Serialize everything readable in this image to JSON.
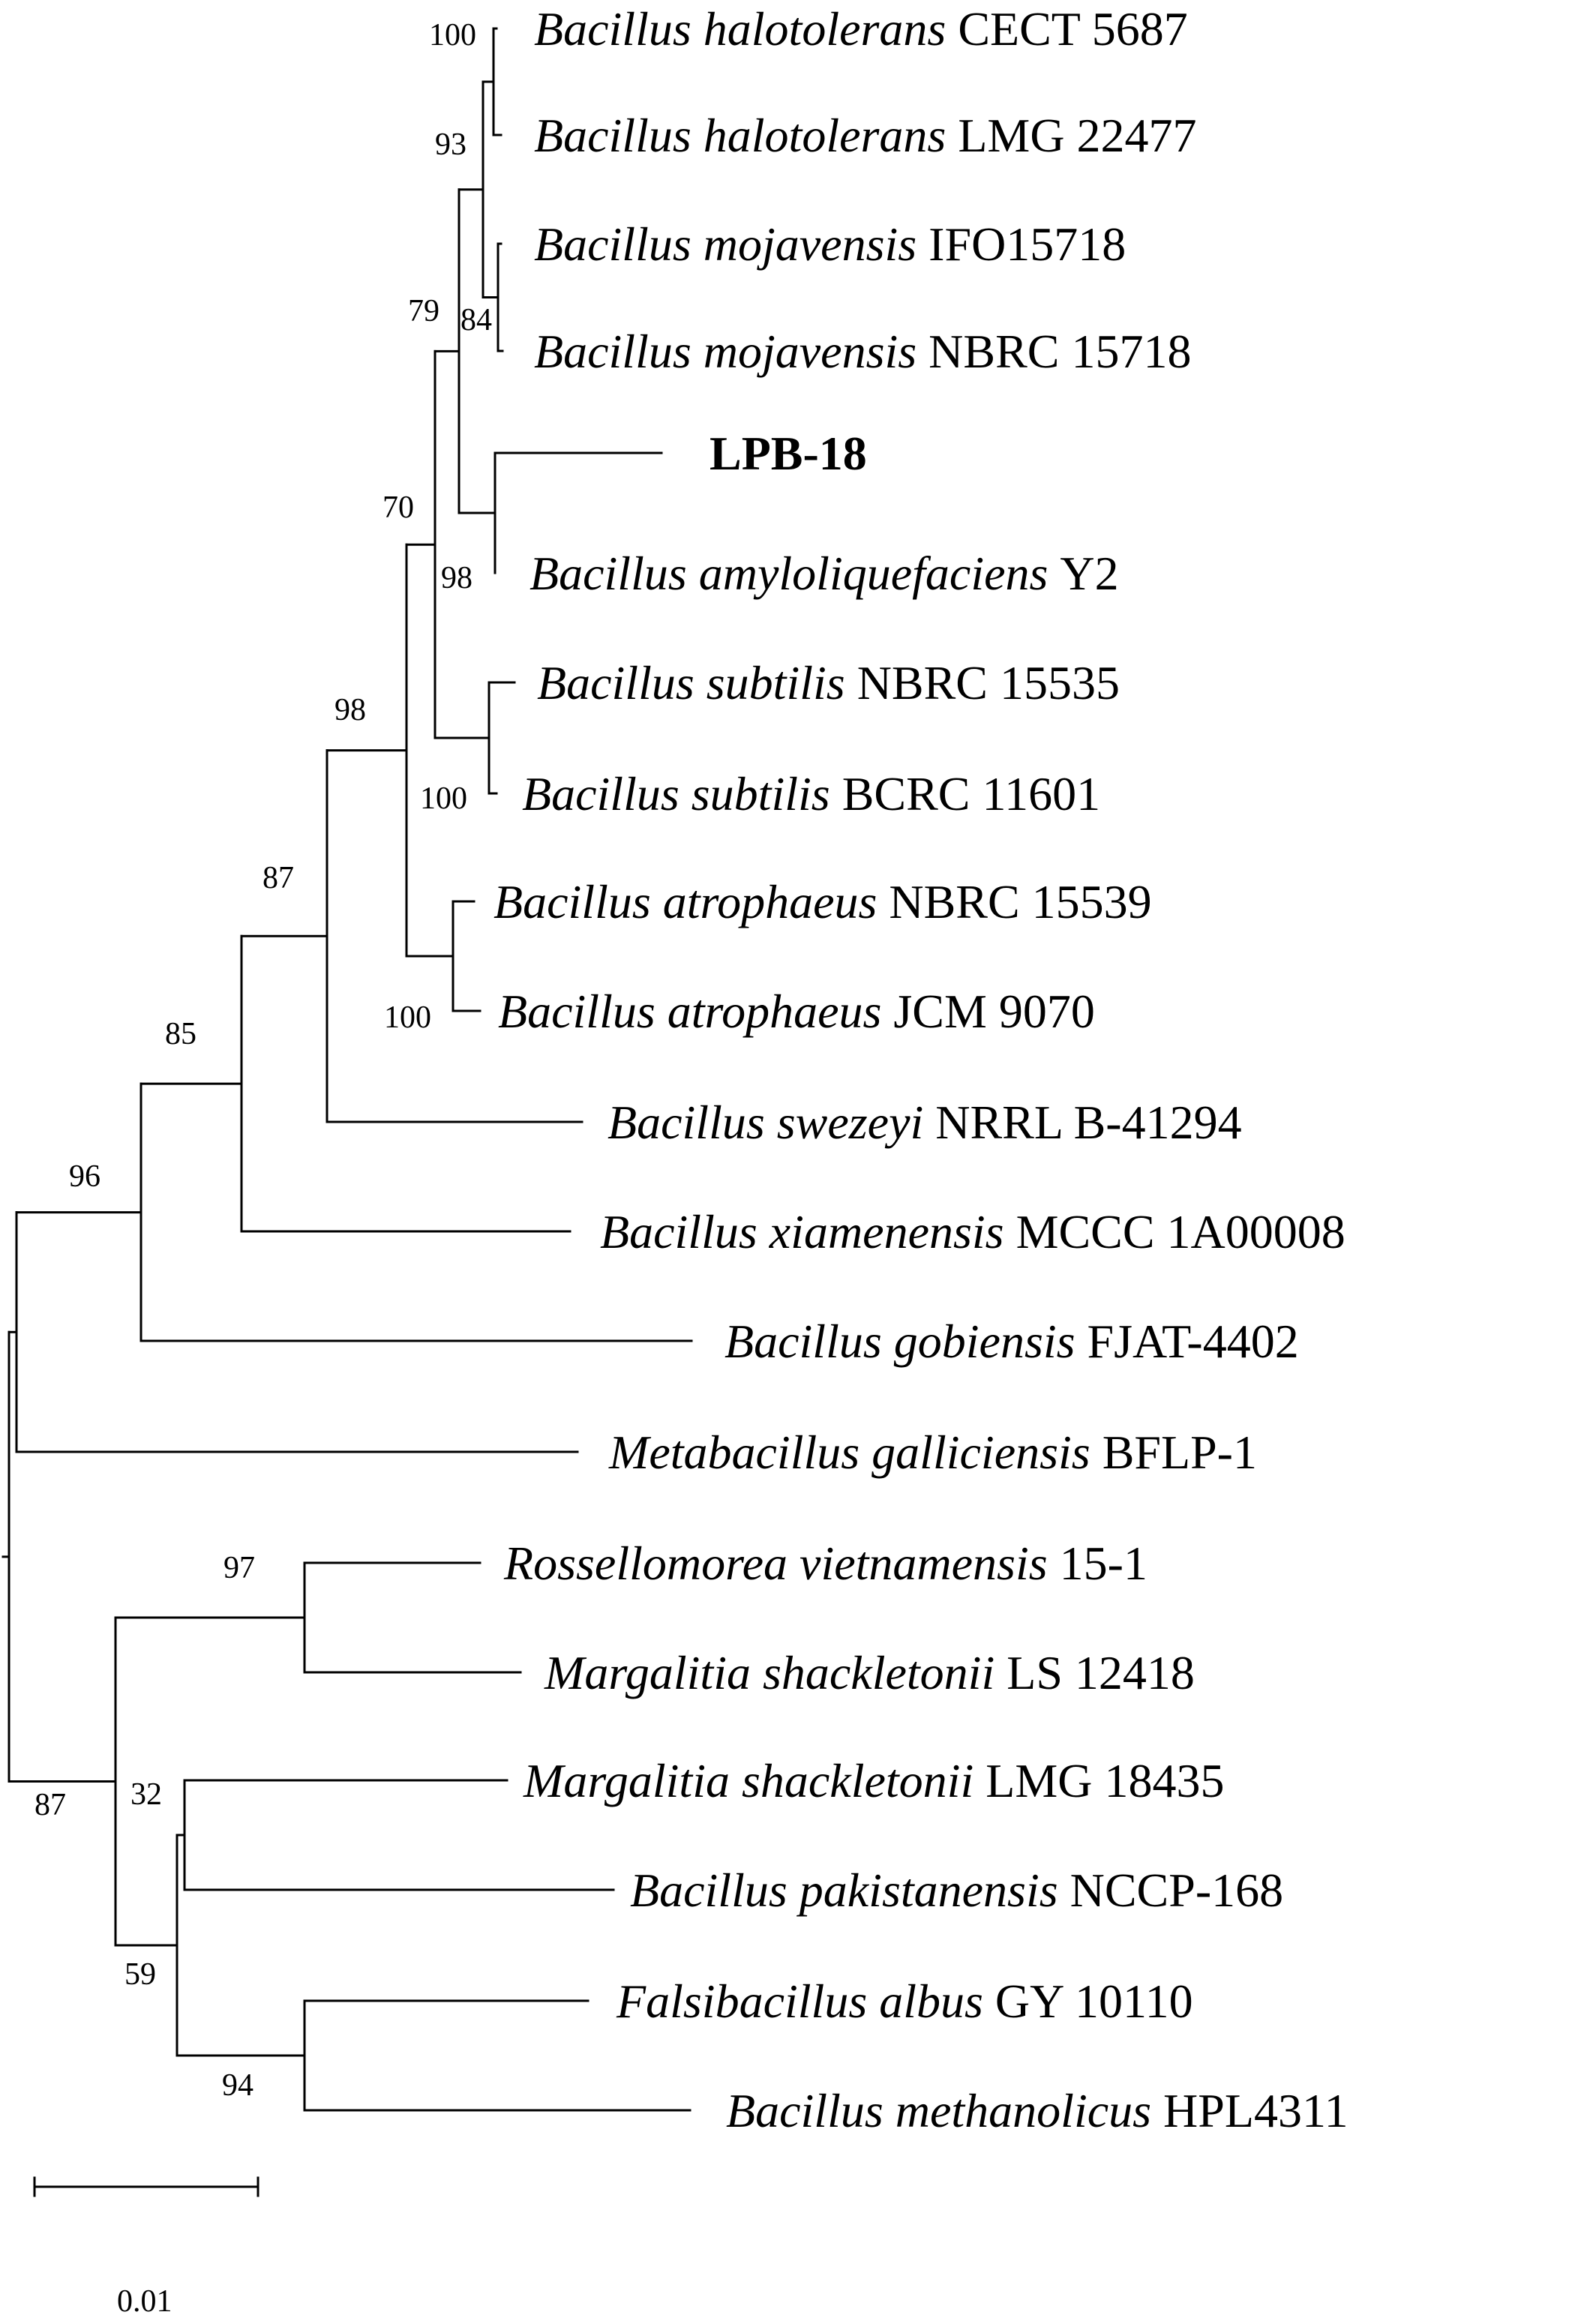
{
  "taxa": [
    {
      "id": "t1",
      "genus": "Bacillus halotolerans",
      "strain": "CECT 5687"
    },
    {
      "id": "t2",
      "genus": "Bacillus halotolerans",
      "strain": "LMG 22477"
    },
    {
      "id": "t3",
      "genus": "Bacillus mojavensis",
      "strain": "IFO15718"
    },
    {
      "id": "t4",
      "genus": "Bacillus mojavensis",
      "strain": "NBRC 15718"
    },
    {
      "id": "t5",
      "genus": "",
      "strain": "LPB-18",
      "bold": true
    },
    {
      "id": "t6",
      "genus": "Bacillus amyloliquefaciens",
      "strain": "Y2"
    },
    {
      "id": "t7",
      "genus": "Bacillus subtilis",
      "strain": "NBRC 15535"
    },
    {
      "id": "t8",
      "genus": "Bacillus subtilis",
      "strain": "BCRC 11601"
    },
    {
      "id": "t9",
      "genus": "Bacillus atrophaeus",
      "strain": "NBRC 15539"
    },
    {
      "id": "t10",
      "genus": "Bacillus atrophaeus",
      "strain": "JCM 9070"
    },
    {
      "id": "t11",
      "genus": "Bacillus swezeyi",
      "strain": "NRRL B-41294"
    },
    {
      "id": "t12",
      "genus": "Bacillus xiamenensis",
      "strain": "MCCC 1A00008"
    },
    {
      "id": "t13",
      "genus": "Bacillus gobiensis",
      "strain": "FJAT-4402"
    },
    {
      "id": "t14",
      "genus": "Metabacillus galliciensis",
      "strain": "BFLP-1"
    },
    {
      "id": "t15",
      "genus": "Rossellomorea vietnamensis",
      "strain": "15-1"
    },
    {
      "id": "t16",
      "genus": "Margalitia shackletonii",
      "strain": "LS 12418"
    },
    {
      "id": "t17",
      "genus": "Margalitia shackletonii",
      "strain": "LMG 18435"
    },
    {
      "id": "t18",
      "genus": "Bacillus pakistanensis",
      "strain": "NCCP-168"
    },
    {
      "id": "t19",
      "genus": "Falsibacillus albus",
      "strain": "GY 10110"
    },
    {
      "id": "t20",
      "genus": "Bacillus methanolicus",
      "strain": "HPL4311"
    }
  ],
  "bootstrap_values": [
    "100",
    "93",
    "84",
    "79",
    "98",
    "70",
    "100",
    "98",
    "100",
    "87",
    "85",
    "96",
    "97",
    "32",
    "59",
    "94",
    "87"
  ],
  "scale_bar": {
    "label": "0.01",
    "length": 0.01
  }
}
